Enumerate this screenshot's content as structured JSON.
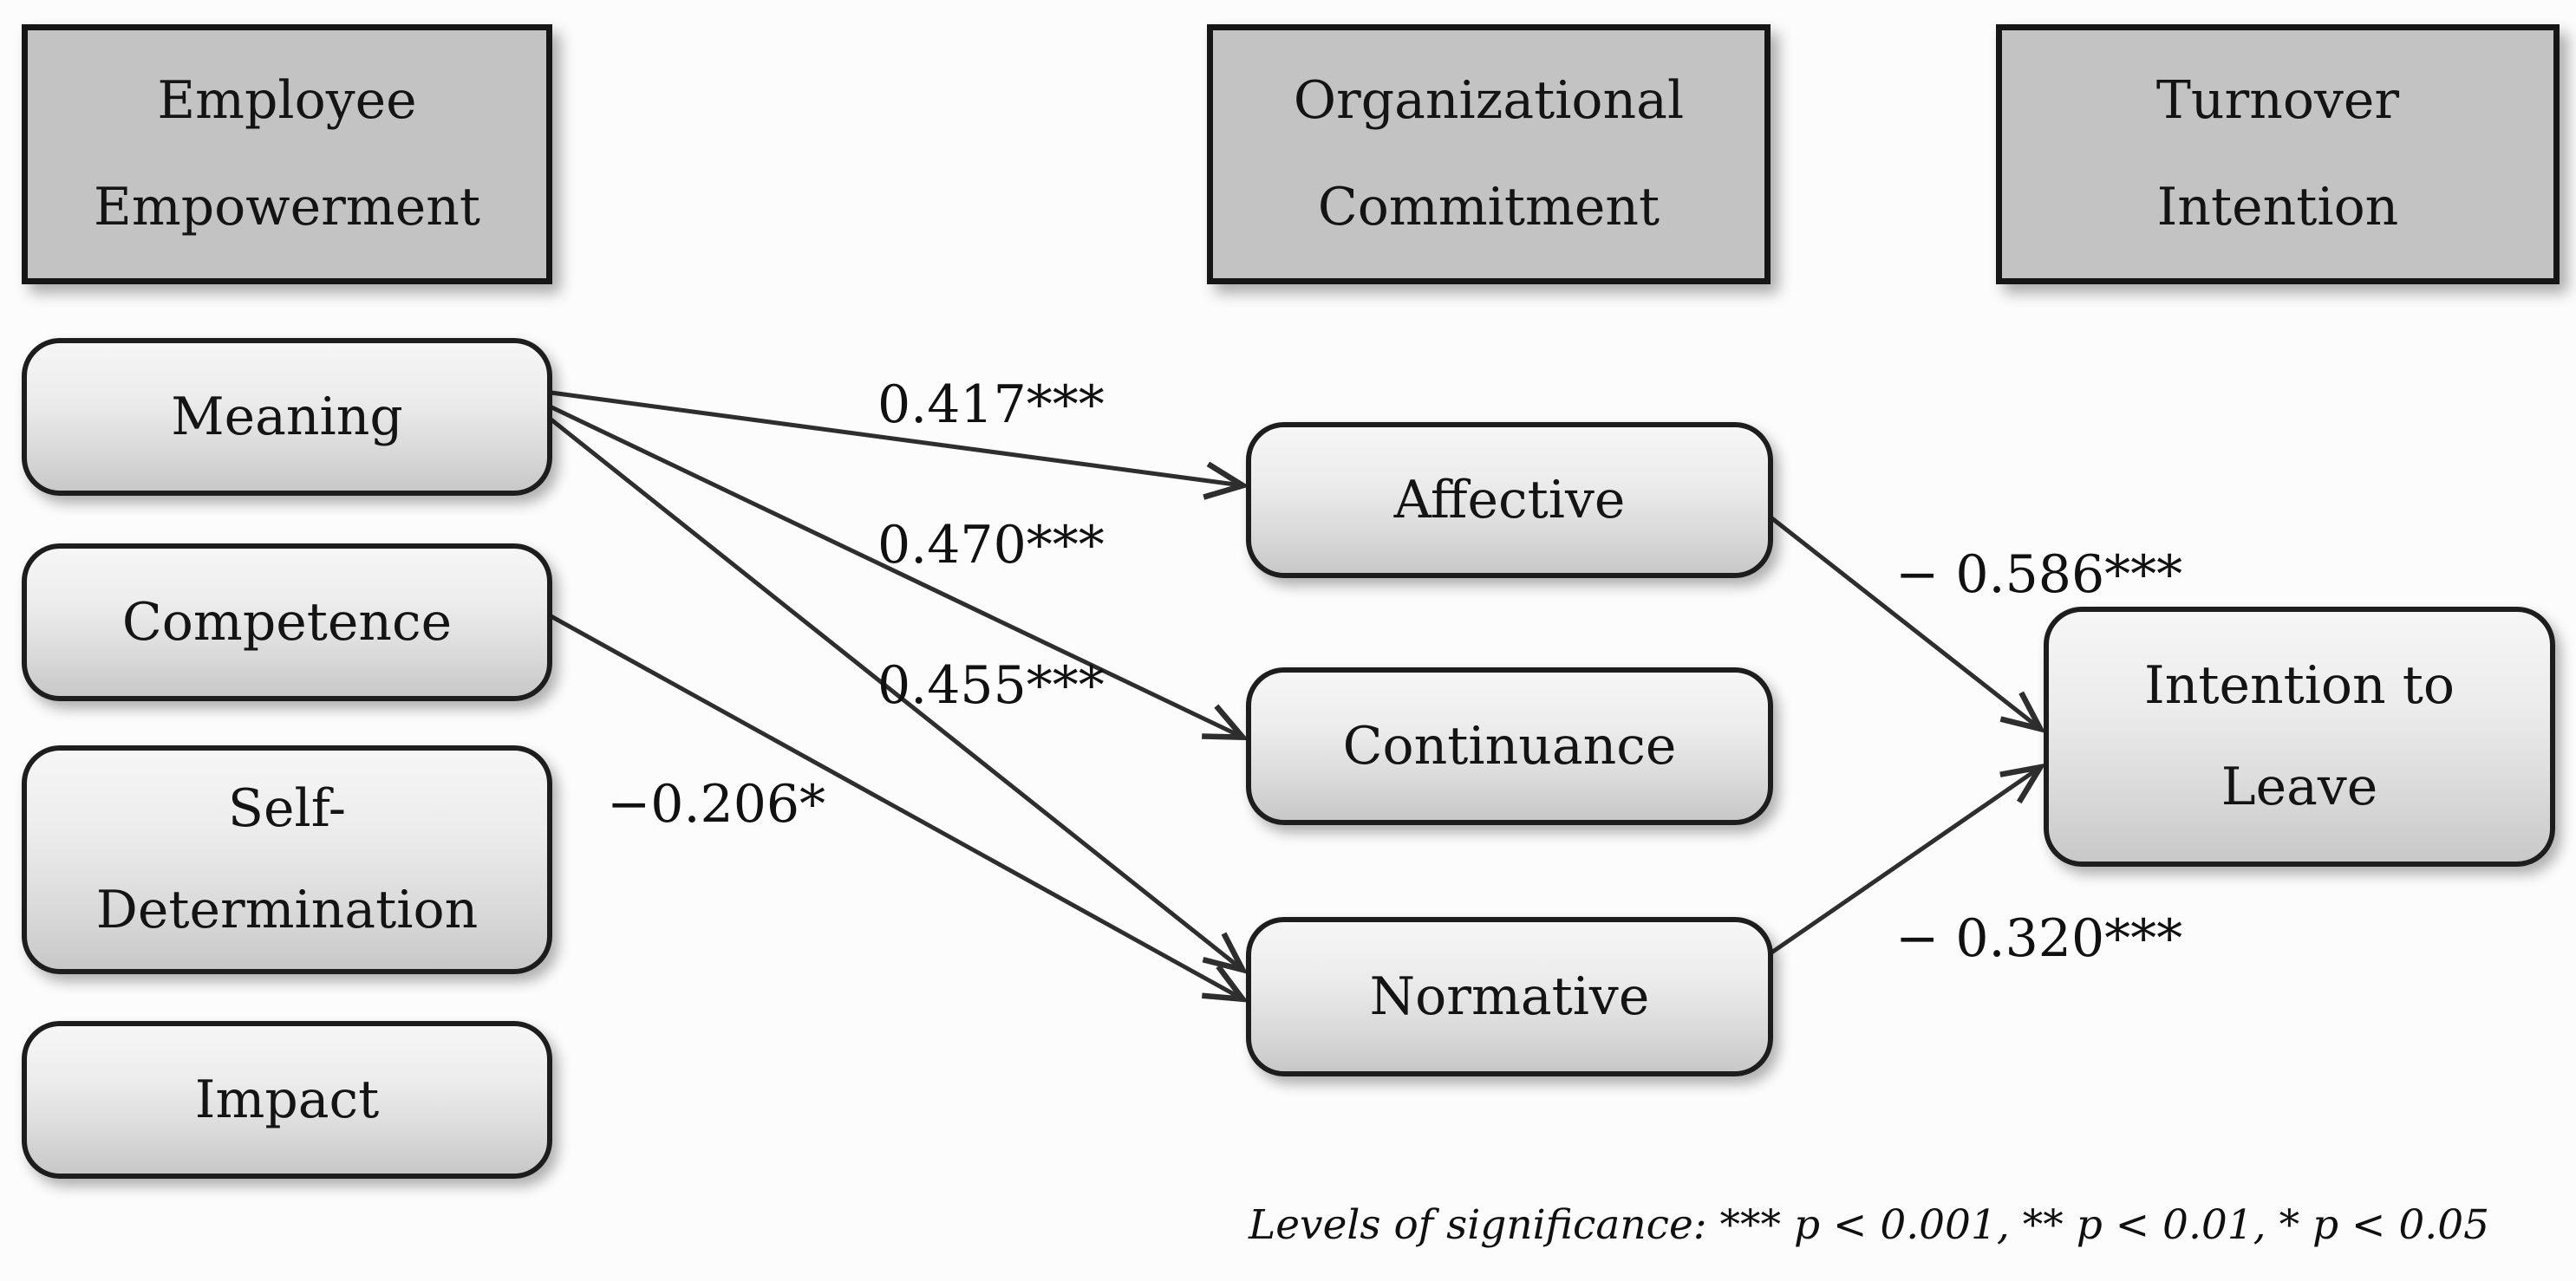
{
  "groups": {
    "employee_empowerment": {
      "label": "Employee\nEmpowerment"
    },
    "organizational_commitment": {
      "label": "Organizational\nCommitment"
    },
    "turnover_intention": {
      "label": "Turnover\nIntention"
    }
  },
  "nodes": {
    "meaning": {
      "label": "Meaning"
    },
    "competence": {
      "label": "Competence"
    },
    "self_determination": {
      "label": "Self-\nDetermination"
    },
    "impact": {
      "label": "Impact"
    },
    "affective": {
      "label": "Affective"
    },
    "continuance": {
      "label": "Continuance"
    },
    "normative": {
      "label": "Normative"
    },
    "intention_to_leave": {
      "label": "Intention to\nLeave"
    }
  },
  "paths": [
    {
      "from": "Meaning",
      "to": "Affective",
      "coefficient": "0.417***"
    },
    {
      "from": "Meaning",
      "to": "Continuance",
      "coefficient": "0.470***"
    },
    {
      "from": "Meaning",
      "to": "Normative",
      "coefficient": "0.455***"
    },
    {
      "from": "Competence",
      "to": "Normative",
      "coefficient": "−0.206*"
    },
    {
      "from": "Affective",
      "to": "Intention to Leave",
      "coefficient": "− 0.586***"
    },
    {
      "from": "Normative",
      "to": "Intention to Leave",
      "coefficient": "− 0.320***"
    }
  ],
  "legend": {
    "text": "Levels of significance: *** p < 0.001, ** p < 0.01, * p < 0.05"
  },
  "style": {
    "header_fill": "#c3c3c3",
    "node_fill_top": "#f6f6f6",
    "node_fill_bottom": "#c8c8c8",
    "border_color": "#1d1d1d",
    "line_color": "#2e2e2e",
    "background": "#fcfcfc"
  }
}
